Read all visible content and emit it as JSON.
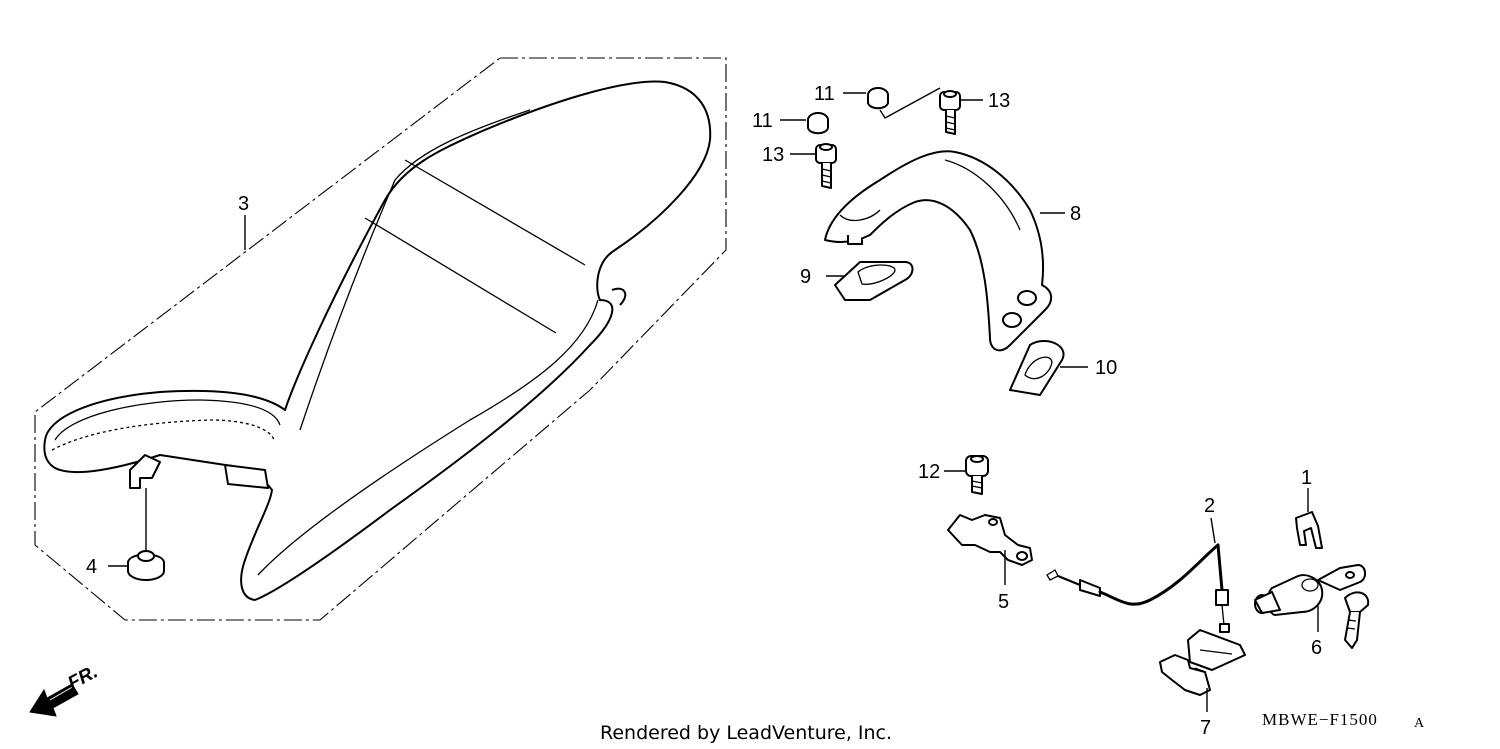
{
  "diagram": {
    "callouts": {
      "seat": "3",
      "seat_cushion": "4",
      "cap_upper": "11",
      "cap_lower": "11",
      "bolt_upper": "13",
      "bolt_lower": "13",
      "grab_rail": "8",
      "grab_rail_gasket_left": "9",
      "grab_rail_gasket_right": "10",
      "lock_bolt": "12",
      "seat_catch": "5",
      "seat_cable": "2",
      "clip": "1",
      "seat_lock": "6",
      "cable_holder": "7"
    },
    "direction_label": "FR.",
    "footer": {
      "credit": "Rendered by LeadVenture, Inc.",
      "diagram_code": "MBWE−F1500",
      "diagram_code_suffix": "A"
    }
  }
}
